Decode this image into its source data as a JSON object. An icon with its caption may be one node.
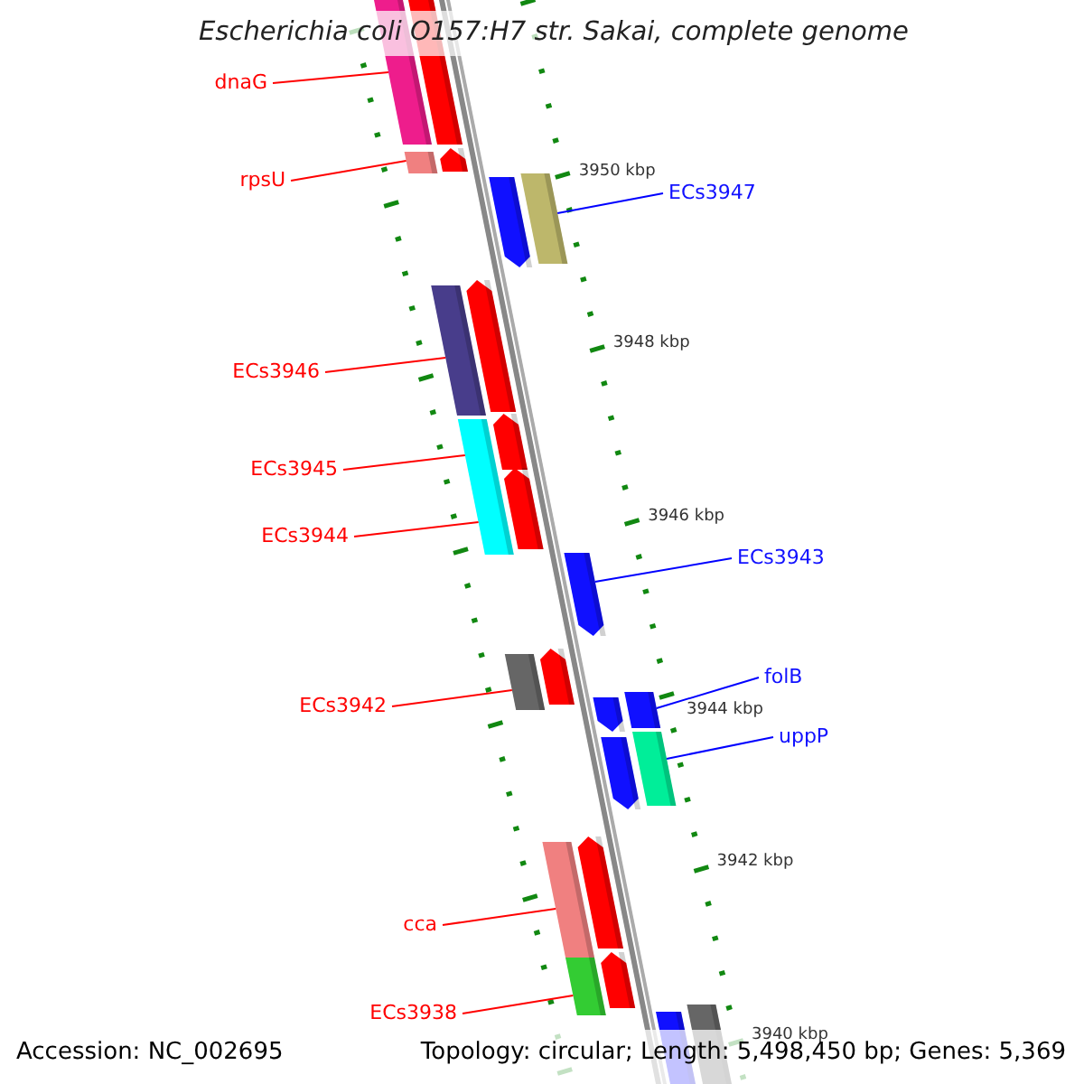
{
  "diagram": {
    "title": "Escherichia coli O157:H7 str. Sakai, complete genome",
    "nodes": [
      {
        "text": [
          "dnaG"
        ]
      },
      {
        "text": [
          "rpsU"
        ]
      },
      {
        "text": [
          "ECs3947"
        ]
      },
      {
        "text": [
          "ECs3946"
        ]
      },
      {
        "text": [
          "ECs3945"
        ]
      },
      {
        "text": [
          "ECs3944"
        ]
      },
      {
        "text": [
          "ECs3943"
        ]
      },
      {
        "text": [
          "folB"
        ]
      },
      {
        "text": [
          "ECs3942"
        ]
      },
      {
        "text": [
          "uppP"
        ]
      },
      {
        "text": [
          "cca"
        ]
      },
      {
        "text": [
          "ECs3938"
        ]
      },
      {
        "text": [],
        "shape": "bar"
      },
      {
        "text": [],
        "shape": "bar"
      },
      {
        "text": [],
        "shape": "bar"
      },
      {
        "text": [],
        "shape": "bar"
      },
      {
        "text": [],
        "shape": "bar"
      },
      {
        "text": [],
        "shape": "bar"
      },
      {
        "text": [],
        "shape": "bar"
      },
      {
        "text": [],
        "shape": "bar"
      },
      {
        "text": [],
        "shape": "bar"
      },
      {
        "text": [],
        "shape": "bar"
      },
      {
        "text": [],
        "shape": "bar"
      },
      {
        "text": [],
        "shape": "bar"
      },
      {
        "text": [],
        "shape": "bar"
      },
      {
        "text": [],
        "shape": "bar"
      },
      {
        "text": [],
        "shape": "bar"
      },
      {
        "text": [],
        "shape": "bar"
      },
      {
        "text": [],
        "shape": "bar"
      },
      {
        "text": [],
        "shape": "bar"
      },
      {
        "text": [],
        "shape": "bar"
      },
      {
        "text": [],
        "shape": "bar"
      },
      {
        "text": [],
        "shape": "bar"
      },
      {
        "text": [],
        "shape": "bar"
      },
      {
        "text": [],
        "shape": "bar"
      },
      {
        "text": [],
        "shape": "bar"
      },
      {
        "text": [],
        "shape": "bar"
      }
    ],
    "edges": [
      {
        "from": 0,
        "to": 12,
        "arrow": "none"
      },
      {
        "from": 1,
        "to": 14,
        "arrow": "none"
      },
      {
        "from": 2,
        "to": 17,
        "arrow": "none",
        "color": "#0000ff"
      },
      {
        "from": 3,
        "to": 18,
        "arrow": "none"
      },
      {
        "from": 4,
        "to": 20,
        "arrow": "none"
      },
      {
        "from": 5,
        "to": 22,
        "arrow": "none"
      },
      {
        "from": 6,
        "to": 24,
        "arrow": "none",
        "color": "#0000ff"
      },
      {
        "from": 7,
        "to": 28,
        "arrow": "none",
        "color": "#0000ff"
      },
      {
        "from": 8,
        "to": 25,
        "arrow": "none"
      },
      {
        "from": 9,
        "to": 30,
        "arrow": "none",
        "color": "#0000ff"
      },
      {
        "from": 10,
        "to": 31,
        "arrow": "none"
      },
      {
        "from": 11,
        "to": 33,
        "arrow": "none"
      }
    ],
    "labels": [
      "3950 kbp",
      "3948 kbp",
      "3946 kbp",
      "3944 kbp",
      "3942 kbp",
      "3940 kbp",
      "Accession: NC_002695",
      "Topology: circular; Length: 5,498,450 bp; Genes: 5,369"
    ]
  }
}
